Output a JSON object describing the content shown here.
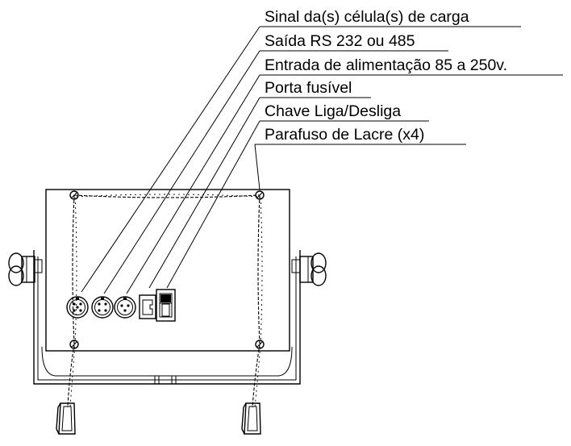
{
  "labels": [
    "Sinal da(s) célula(s) de carga",
    "Saída RS 232 ou 485",
    "Entrada de alimentação 85 a 250v.",
    "Porta fusível",
    "Chave Liga/Desliga",
    "Parafuso de Lacre (x4)"
  ]
}
